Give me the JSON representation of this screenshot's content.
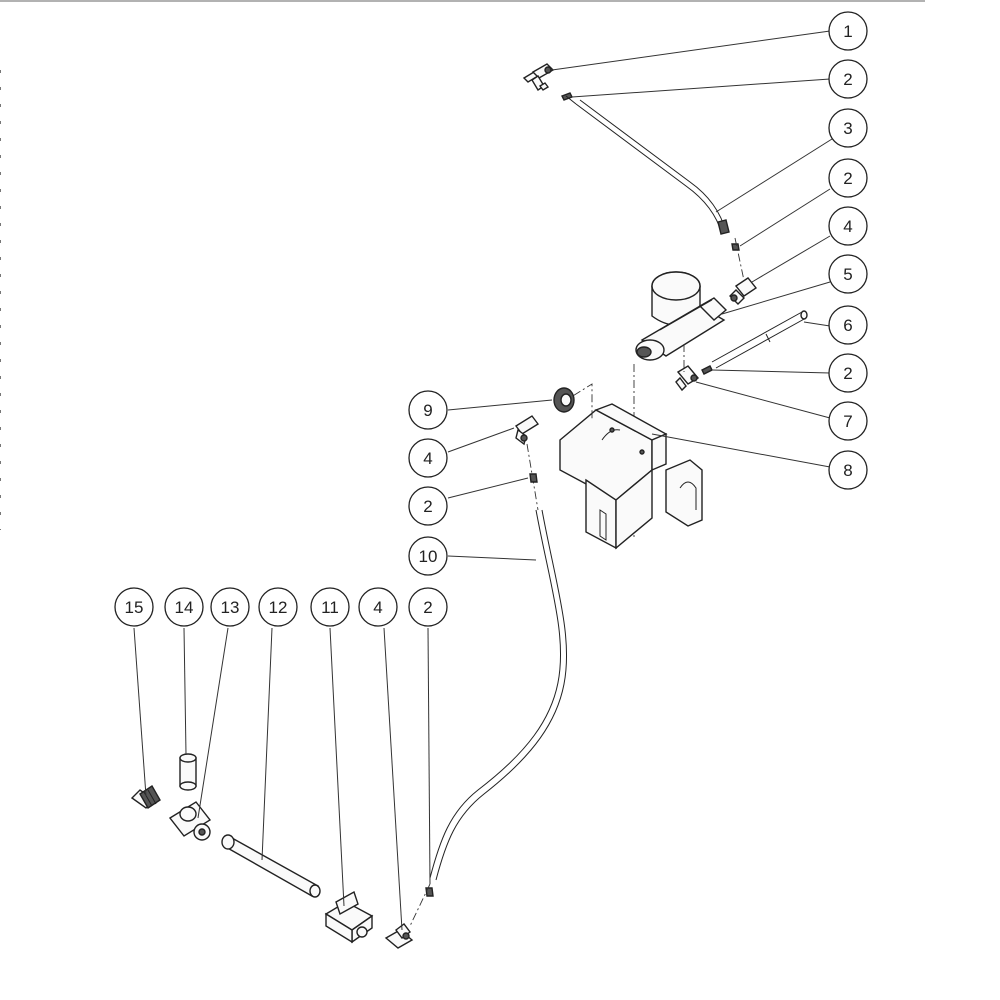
{
  "callouts": [
    {
      "label": "1"
    },
    {
      "label": "2"
    },
    {
      "label": "3"
    },
    {
      "label": "2"
    },
    {
      "label": "4"
    },
    {
      "label": "5"
    },
    {
      "label": "6"
    },
    {
      "label": "2"
    },
    {
      "label": "7"
    },
    {
      "label": "8"
    },
    {
      "label": "9"
    },
    {
      "label": "4"
    },
    {
      "label": "2"
    },
    {
      "label": "10"
    },
    {
      "label": "15"
    },
    {
      "label": "14"
    },
    {
      "label": "13"
    },
    {
      "label": "12"
    },
    {
      "label": "11"
    },
    {
      "label": "4"
    },
    {
      "label": "2"
    }
  ]
}
